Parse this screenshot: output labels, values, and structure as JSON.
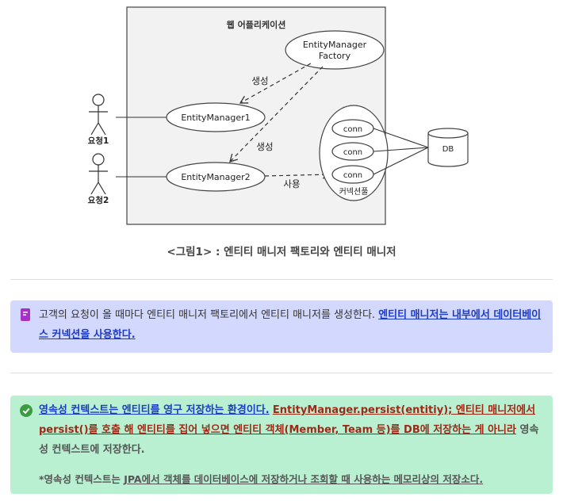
{
  "diagram": {
    "title": "웹 어플리케이션",
    "factory_line1": "EntityManager",
    "factory_line2": "Factory",
    "em1": "EntityManager1",
    "em2": "EntityManager2",
    "create1": "생성",
    "create2": "생성",
    "use": "사용",
    "conn": [
      "conn",
      "conn",
      "conn"
    ],
    "pool": "커넥션풀",
    "db": "DB",
    "actor1": "요청1",
    "actor2": "요청2"
  },
  "caption": {
    "prefix": "<그림1>",
    "text": " : 엔티티 매니저 팩토리와 엔티티 매니저"
  },
  "callout_blue": {
    "icon": "bookmark-icon",
    "text": "고객의 요청이 올 때마다 엔티티 매니저 팩토리에서 엔티티 매니저를 생성한다. ",
    "link": "엔티티 매니저는 내부에서 데이터베이스 커넥션을 사용한다.",
    "accent": "#1d3cc5"
  },
  "callout_green": {
    "icon": "check-circle-icon",
    "p1_a": "영속성 컨텍스트는 엔티티를 영구 저장하는 환경이다.",
    "p1_b": " ",
    "p1_c": "EntityManager.persist(entitiy); 엔티티 매니저에서 persist()를 호출 해 엔티티를 집어 넣으면 엔티티 객체(Member, Team 등)를 DB에 저장하는 게 아니라",
    "p1_d": " 영속성 컨텍스트에 저장한다.",
    "note_a": "*영속성 컨텍스트는 ",
    "note_b": "JPA에서 객체를 데이터베이스에 저장하거나 조회할 때 사용하는 메모리상의 저장소다.",
    "accent_red": "#9c2a17",
    "bg": "#b9f0d2"
  }
}
